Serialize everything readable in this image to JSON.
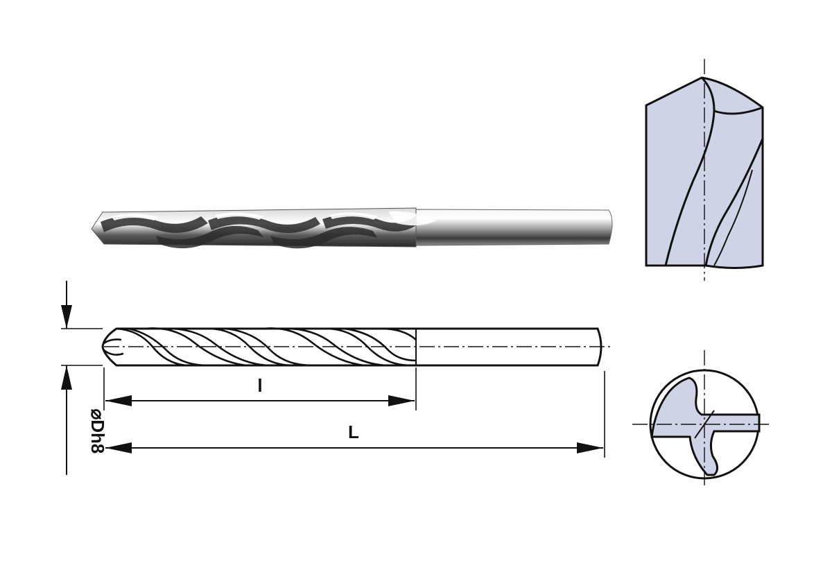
{
  "dimensions": {
    "flute_length_label": "l",
    "overall_length_label": "L",
    "diameter_label": "⌀Dh8"
  }
}
